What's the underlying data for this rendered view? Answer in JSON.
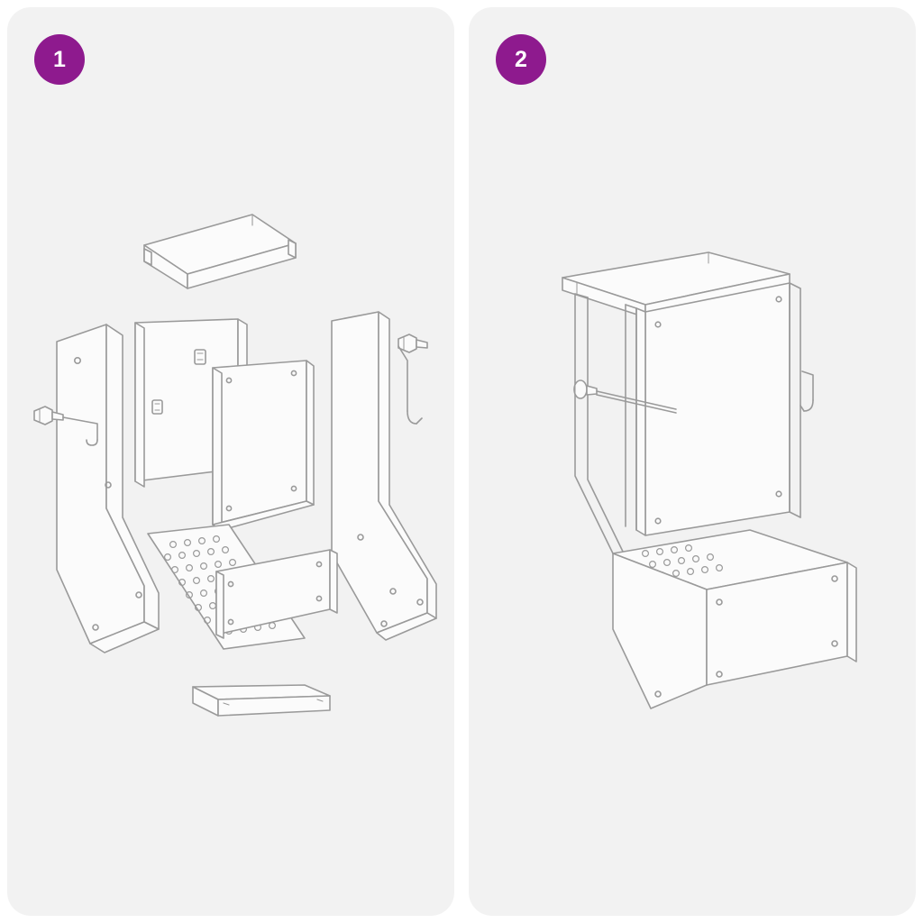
{
  "page": {
    "background_color": "#ffffff",
    "panel_background_color": "#f2f2f2",
    "accent_color": "#8e1a8e",
    "line_color": "#9a9a9a",
    "fill_color": "#fbfbfb",
    "type": "assembly-instruction-diagram",
    "description": "Two-step wordless furniture assembly illustration of a sheet-metal chicken feeder / nest box"
  },
  "panels": [
    {
      "id": "panel-1",
      "step_label": "1",
      "caption": "",
      "view": "exploded",
      "parts": [
        "top-lid-panel",
        "back-panel",
        "inner-divider-panel",
        "front-panel",
        "left-side-panel",
        "right-side-panel",
        "perforated-floor-panel",
        "front-trough-panel",
        "bottom-shelf-panel",
        "left-bolt-fastener",
        "right-bolt-fastener",
        "left-rod-hook",
        "right-rod-hook"
      ]
    },
    {
      "id": "panel-2",
      "step_label": "2",
      "caption": "",
      "view": "assembled",
      "parts": [
        "assembled-feeder-body",
        "top-lid",
        "perforated-floor",
        "front-trough",
        "side-rod",
        "knob-fastener",
        "side-hook"
      ]
    }
  ]
}
